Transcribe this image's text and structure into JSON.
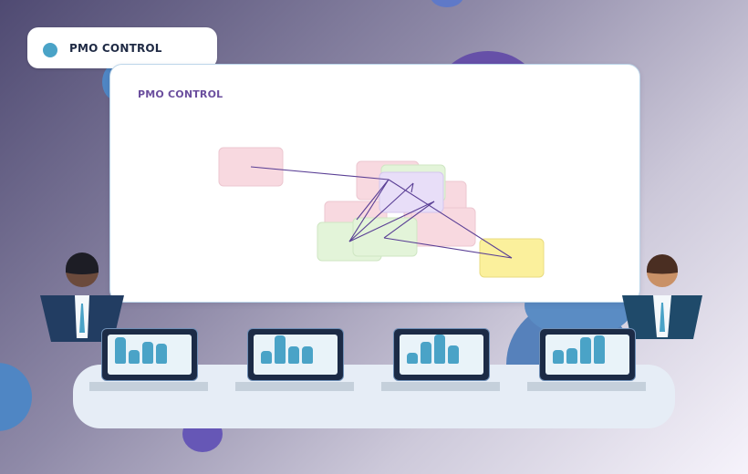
{
  "header": {
    "title": "PMO CONTROL"
  },
  "board": {
    "title": "PMO CONTROL"
  },
  "colors": {
    "accent": "#4aa3c7",
    "board_title": "#6b4e9e",
    "line": "#5a3f95",
    "desk": "#e6edf6",
    "laptop": "#1c2b46"
  },
  "laptops": [
    {
      "name": "laptop-1",
      "bar_levels": [
        0.85,
        0.45,
        0.7,
        0.65
      ]
    },
    {
      "name": "laptop-2",
      "bar_levels": [
        0.4,
        0.9,
        0.55,
        0.55
      ]
    },
    {
      "name": "laptop-3",
      "bar_levels": [
        0.35,
        0.7,
        0.95,
        0.6
      ]
    },
    {
      "name": "laptop-4",
      "bar_levels": [
        0.45,
        0.5,
        0.85,
        0.9
      ]
    }
  ]
}
